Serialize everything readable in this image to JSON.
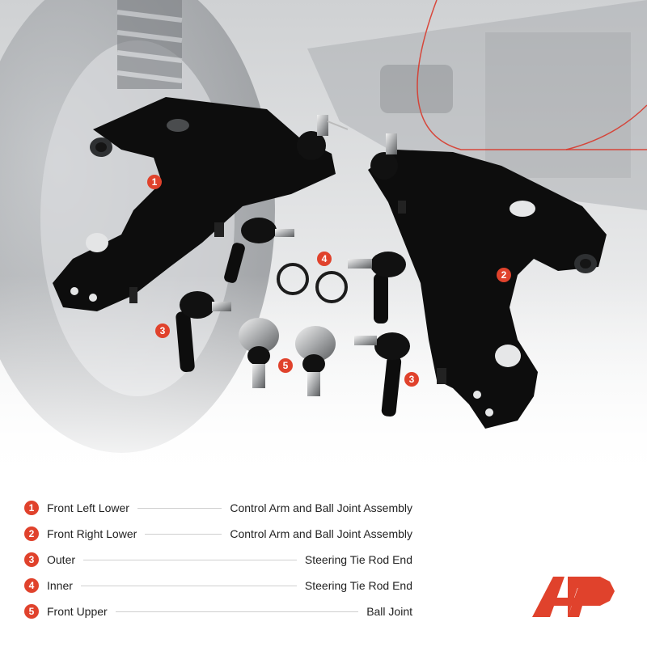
{
  "legend": [
    {
      "num": "1",
      "left": "Front Left Lower",
      "right": "Control Arm and Ball Joint Assembly"
    },
    {
      "num": "2",
      "left": "Front Right Lower",
      "right": "Control Arm and Ball Joint Assembly"
    },
    {
      "num": "3",
      "left": "Outer",
      "right": "Steering Tie Rod End"
    },
    {
      "num": "4",
      "left": "Inner",
      "right": "Steering Tie Rod End"
    },
    {
      "num": "5",
      "left": "Front Upper",
      "right": "Ball Joint"
    }
  ],
  "callouts": {
    "c1": "1",
    "c2": "2",
    "c3a": "3",
    "c3b": "3",
    "c4": "4",
    "c5": "5"
  },
  "colors": {
    "accent": "#e0422c",
    "part": "#0d0d0d",
    "background": "#ffffff"
  }
}
